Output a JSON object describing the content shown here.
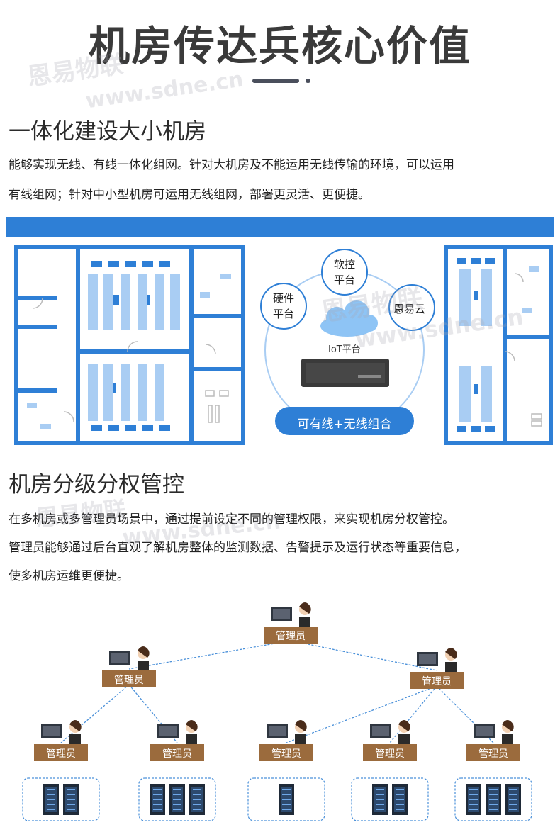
{
  "title": "机房传达兵核心价值",
  "watermark": {
    "brand": "恩易物联",
    "site": "www.sdne.cn"
  },
  "section1": {
    "heading": "一体化建设大小机房",
    "line1": "能够实现无线、有线一体化组网。针对大机房及不能运用无线传输的环境，可以运用",
    "line2": "有线组网；针对中小型机房可运用无线组网，部署更灵活、更便捷。"
  },
  "diagram": {
    "bubble_software": [
      "软控",
      "平台"
    ],
    "bubble_hardware": [
      "硬件",
      "平台"
    ],
    "bubble_cloud": "恩易云",
    "iot_label": "IoT平台",
    "combo_button": "可有线+无线组合"
  },
  "section2": {
    "heading": "机房分级分权管控",
    "line1": "在多机房或多管理员场景中，通过提前设定不同的管理权限，来实现机房分权管控。",
    "line2": "管理员能够通过后台直观了解机房整体的监测数据、告警提示及运行状态等重要信息，",
    "line3": "使多机房运维更便捷。"
  },
  "admin_label": "管理员",
  "colors": {
    "accent": "#2e7fd6",
    "wall": "#2e7fd6",
    "rack": "#a9cdf3",
    "desk": "#9b6b3d"
  }
}
